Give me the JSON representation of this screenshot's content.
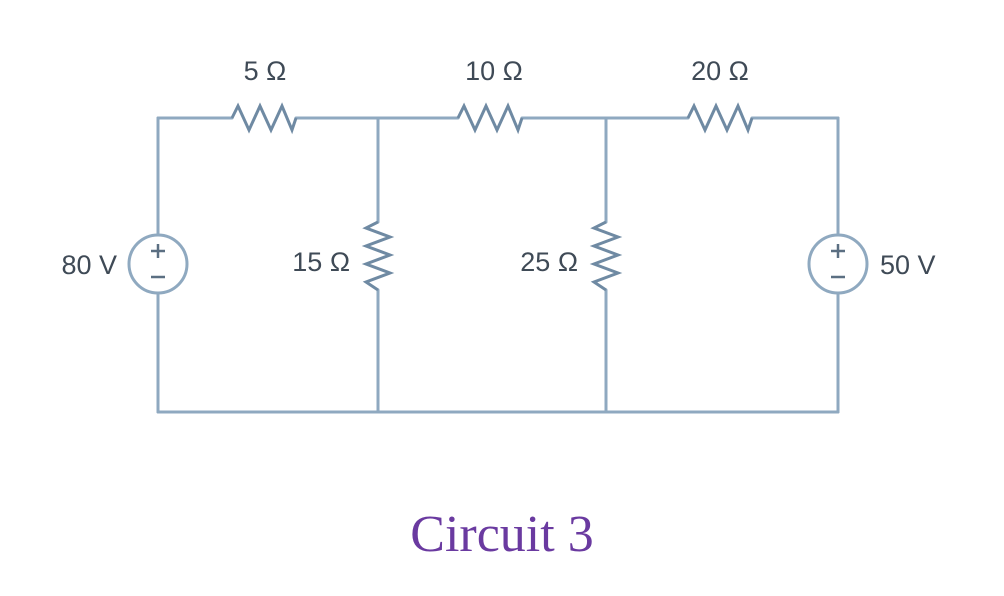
{
  "diagram": {
    "resistors": {
      "r_top_left": "5 Ω",
      "r_top_middle": "10 Ω",
      "r_top_right": "20 Ω",
      "r_vertical_left": "15 Ω",
      "r_vertical_right": "25 Ω"
    },
    "sources": {
      "left": {
        "label": "80 V",
        "polarity_top": "+",
        "polarity_bottom": "−"
      },
      "right": {
        "label": "50 V",
        "polarity_top": "+",
        "polarity_bottom": "−"
      }
    }
  },
  "caption": {
    "text": "Circuit 3",
    "color": "#6a3aa0"
  },
  "colors": {
    "wire": "#8fa9c0",
    "resistor": "#6f8aa3",
    "label": "#3f4a56",
    "panel_background": "#ffffff"
  }
}
